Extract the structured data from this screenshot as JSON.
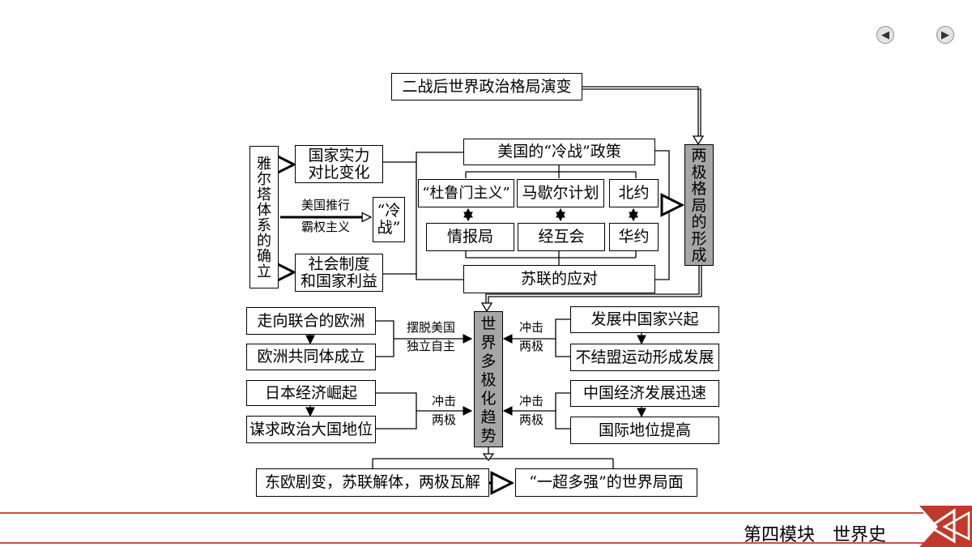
{
  "nav": {
    "prev_icon": "◀",
    "next_icon": "▶"
  },
  "title": "二战后世界政治格局演变",
  "yalta": [
    "雅",
    "尔",
    "塔",
    "体",
    "系",
    "的",
    "确",
    "立"
  ],
  "power": "国家实力\n对比变化",
  "us_push": [
    "美国推行",
    "霸权主义"
  ],
  "cold_war": "“冷\n战”",
  "social": "社会制度\n和国家利益",
  "us_policy": "美国的“冷战”政策",
  "truman": "“杜鲁门主义”",
  "marshall": "马歇尔计划",
  "nato": "北约",
  "cominform": "情报局",
  "comecon": "经互会",
  "warsaw": "华约",
  "soviet": "苏联的应对",
  "bipolar": [
    "两",
    "极",
    "格",
    "局",
    "的",
    "形",
    "成"
  ],
  "multipolar": [
    "世",
    "界",
    "多",
    "极",
    "化",
    "趋",
    "势"
  ],
  "europe": "走向联合的欧洲",
  "ec": "欧洲共同体成立",
  "europe_label": [
    "摆脱美国",
    "独立自主"
  ],
  "japan_rise": "日本经济崛起",
  "japan_power": "谋求政治大国地位",
  "impact_label": [
    "冲击",
    "两极"
  ],
  "developing": "发展中国家兴起",
  "nonaligned": "不结盟运动形成发展",
  "china_econ": "中国经济发展迅速",
  "intl_status": "国际地位提高",
  "collapse": "东欧剧变，苏联解体，两极瓦解",
  "one_super": "“一超多强”的世界局面",
  "footer": {
    "title": "第四模块　世界史",
    "accent": "#c0392b"
  }
}
